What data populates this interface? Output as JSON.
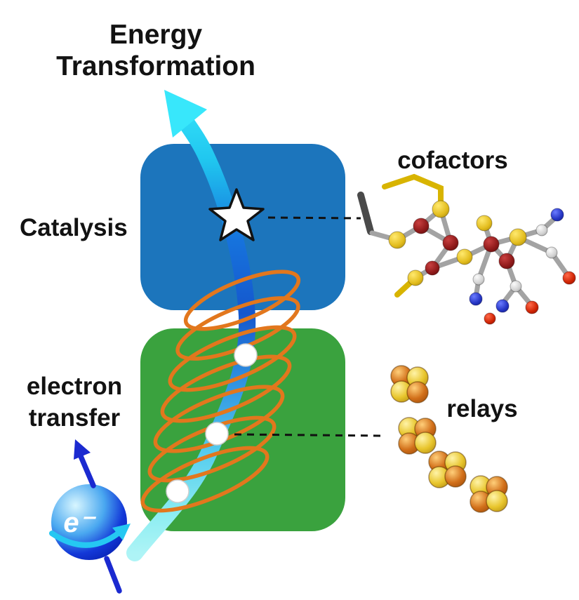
{
  "title": {
    "line1": "Energy",
    "line2": "Transformation"
  },
  "labels": {
    "catalysis": "Catalysis",
    "electron_transfer_line1": "electron",
    "electron_transfer_line2": "transfer",
    "cofactors": "cofactors",
    "relays": "relays",
    "electron_symbol": "e⁻"
  },
  "colors": {
    "catalysis_box": "#1c75bc",
    "electron_transfer_box": "#3aa23e",
    "coil": "#e2771d",
    "arrow_head": "#38e7fb",
    "dashed_connector": "#111111"
  }
}
